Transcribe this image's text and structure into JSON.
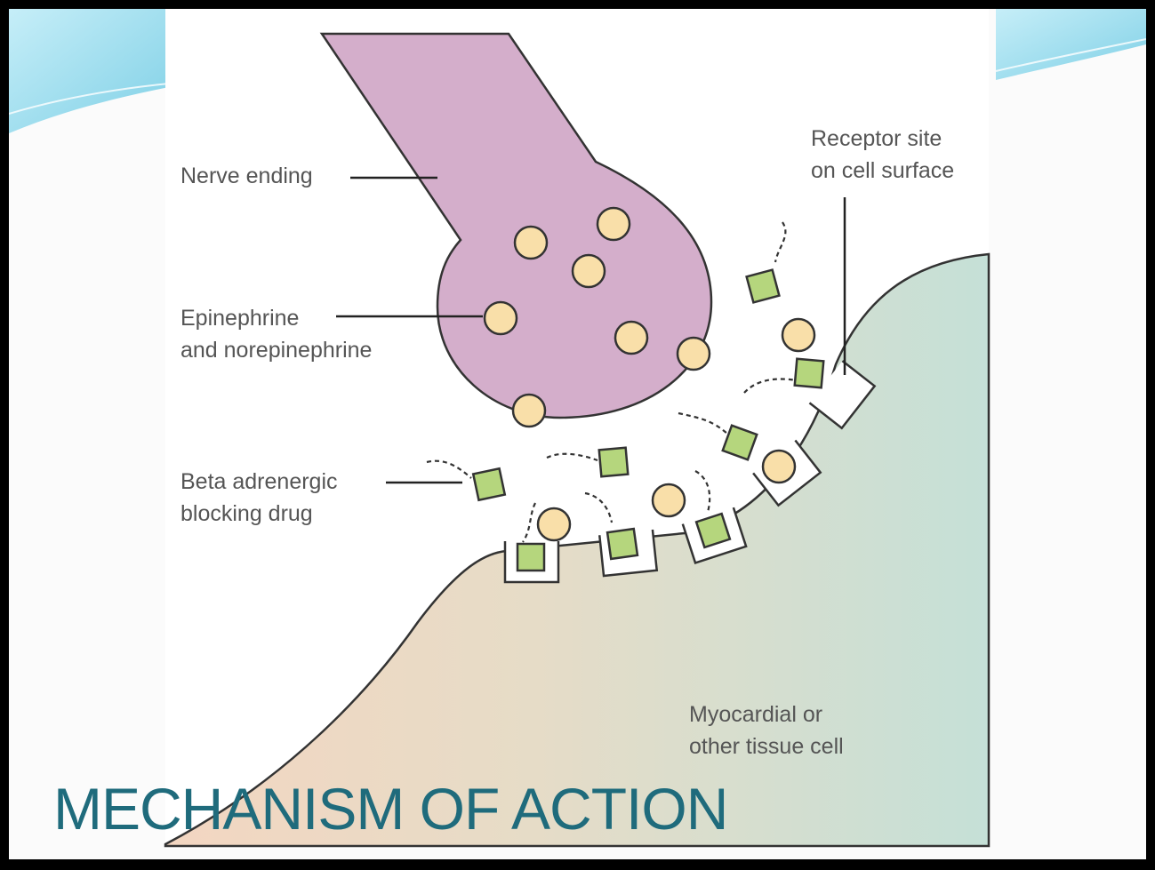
{
  "slide": {
    "title": "MECHANISM OF ACTION"
  },
  "diagram": {
    "labels": {
      "nerve_ending": "Nerve ending",
      "epinephrine": [
        "Epinephrine",
        "and norepinephrine"
      ],
      "beta_blocker": [
        "Beta adrenergic",
        "blocking drug"
      ],
      "receptor_site": [
        "Receptor site",
        "on cell surface"
      ],
      "tissue_cell": [
        "Myocardial or",
        "other tissue cell"
      ]
    }
  },
  "colors": {
    "nerve_ending_fill": "#d4aecb",
    "neurotransmitter_fill": "#f9dfa9",
    "drug_fill": "#b5d67d",
    "tissue_warm": "#f3d6c1",
    "tissue_cool": "#c5e0d7",
    "title_text": "#1f6b7c",
    "decor_cyan": "#8fd8ea"
  }
}
